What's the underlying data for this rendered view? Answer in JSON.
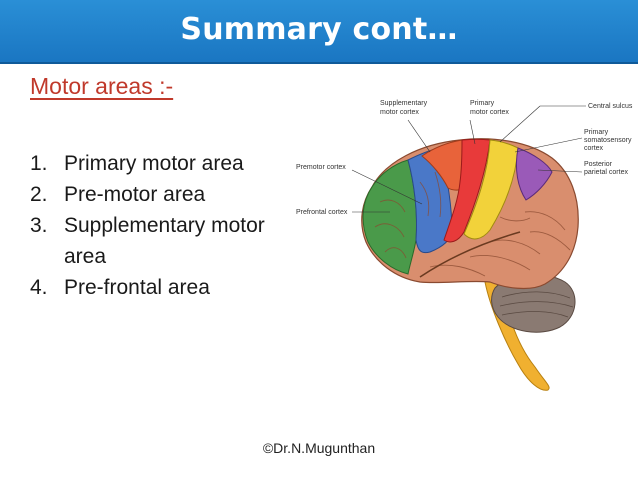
{
  "slide": {
    "title": "Summary cont…",
    "subtitle": "Motor areas :-",
    "items": [
      {
        "num": "1.",
        "text": "Primary motor area"
      },
      {
        "num": "2.",
        "text": "Pre-motor area"
      },
      {
        "num": "3.",
        "text": "Supplementary motor area"
      },
      {
        "num": "4.",
        "text": "Pre-frontal area"
      }
    ],
    "credit": "©Dr.N.Mugunthan"
  },
  "figure": {
    "labels": {
      "supplementary_1": "Supplementary",
      "supplementary_2": "motor cortex",
      "primary_motor_1": "Primary",
      "primary_motor_2": "motor cortex",
      "central_sulcus": "Central sulcus",
      "somato_1": "Primary",
      "somato_2": "somatosensory",
      "somato_3": "cortex",
      "posterior_1": "Posterior",
      "posterior_2": "parietal cortex",
      "premotor": "Premotor cortex",
      "prefrontal": "Prefrontal cortex"
    },
    "colors": {
      "title_bar": "#1a76c2",
      "subtitle": "#c0392b",
      "prefrontal": "#4a9a4a",
      "premotor": "#4a78c8",
      "supplementary": "#e8633a",
      "primary_motor": "#e83a3a",
      "somatosensory": "#f2d23a",
      "posterior_parietal": "#9a5ab8",
      "cortex": "#d98e6e",
      "cerebellum": "#8a7a72",
      "brainstem": "#f0b030"
    }
  }
}
